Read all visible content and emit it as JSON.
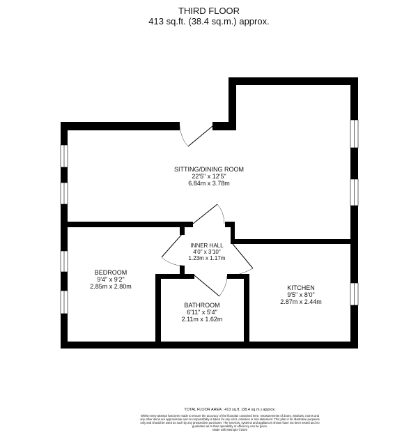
{
  "header": {
    "floor": "THIRD FLOOR",
    "area": "413 sq.ft. (38.4 sq.m.) approx."
  },
  "rooms": {
    "sitting": {
      "name": "SITTING/DINING ROOM",
      "imperial": "22'5\"  x 12'5\"",
      "metric": "6.84m  x 3.78m"
    },
    "hall": {
      "name": "INNER HALL",
      "imperial": "4'0\"  x 3'10\"",
      "metric": "1.23m  x 1.17m"
    },
    "bedroom": {
      "name": "BEDROOM",
      "imperial": "9'4\"  x 9'2\"",
      "metric": "2.85m  x 2.80m"
    },
    "kitchen": {
      "name": "KITCHEN",
      "imperial": "9'5\"  x 8'0\"",
      "metric": "2.87m  x 2.44m"
    },
    "bathroom": {
      "name": "BATHROOM",
      "imperial": "6'11\"  x 5'4\"",
      "metric": "2.11m  x 1.62m"
    }
  },
  "footer": {
    "total": "TOTAL FLOOR AREA : 413 sq.ft. (38.4 sq.m.) approx.",
    "disclaimer": "Whilst every attempt has been made to ensure the accuracy of the floorplan contained here, measurements of doors, windows, rooms and any other items are approximate and no responsibility is taken for any error, omission or mis-statement. This plan is for illustrative purposes only and should be used as such by any prospective purchaser. The services, systems and appliances shown have not been tested and no guarantee as to their operability or efficiency can be given.",
    "credit": "Made with Metropix ©2020"
  },
  "colors": {
    "wall": "#000000",
    "background": "#ffffff"
  }
}
